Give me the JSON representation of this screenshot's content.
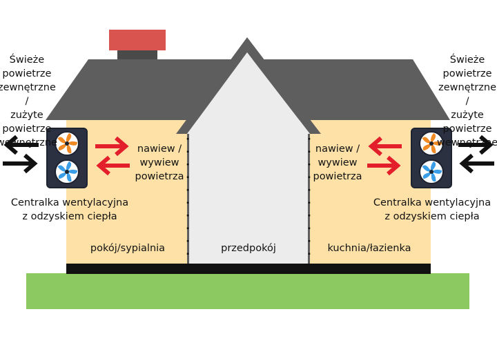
{
  "labels": {
    "outside_air_left": "Świeże powietrze\nzewnętrzne /\nzużyte powietrze\nwewnętrzne",
    "outside_air_right": "Świeże powietrze\nzewnętrzne /\nzużyte powietrze\nwewnętrzne",
    "supply_exhaust_left": "nawiew /\nwywiew\npowietrza",
    "supply_exhaust_right": "nawiew /\nwywiew\npowietrza",
    "unit_left": "Centralka wentylacyjna\nz odzyskiem ciepła",
    "unit_right": "Centralka wentylacyjna\nz odzyskiem ciepła",
    "room_left": "pokój/sypialnia",
    "room_center": "przedpokój",
    "room_right": "kuchnia/łazienka"
  },
  "colors": {
    "roof": "#5e5e5e",
    "chimney": "#4a4a4a",
    "chimney_cap": "#d9534f",
    "wall": "#fde1a7",
    "hall": "#ececec",
    "ground": "#8dc961",
    "foundation": "#111111",
    "arrow_red": "#e41f2c",
    "arrow_black": "#111111",
    "fan_orange": "#f08a24",
    "fan_blue": "#3a9ee8",
    "unit_body": "#2b3140"
  },
  "icons": [
    "fan-icon",
    "double-arrow-icon"
  ]
}
